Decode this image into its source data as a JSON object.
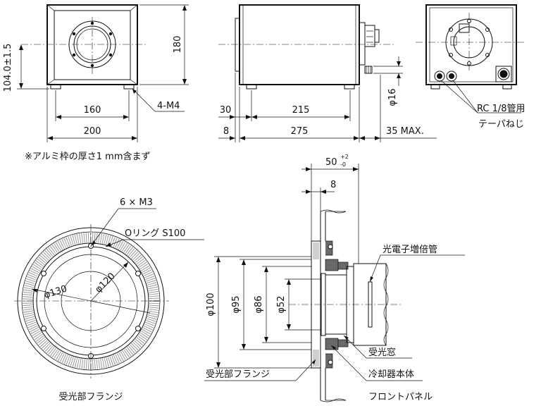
{
  "front_view": {
    "dim_height": "180",
    "dim_center_height": "104.0±1.5",
    "dim_width_inner": "160",
    "dim_width_outer": "200",
    "callout_feet": "4-M4"
  },
  "side_view": {
    "dim_left_offset": "30",
    "dim_foot_span": "215",
    "dim_tail": "8",
    "dim_length": "275",
    "dim_connector": "35 MAX.",
    "dim_pipe": "φ16"
  },
  "rear_view": {
    "callout_pipe_line1": "RC 1/8管用",
    "callout_pipe_line2": "テーパねじ"
  },
  "note": "※アルミ枠の厚さ1 mm含まず",
  "flange_view": {
    "callout_screws": "6 × M3",
    "callout_oring": "Oリング S100",
    "dim_outer": "φ130",
    "dim_inner": "φ120",
    "caption": "受光部フランジ"
  },
  "section_view": {
    "dim_depth_main": "50",
    "tol_upper": "+2",
    "tol_lower": "-0",
    "dim_depth_small": "8",
    "dim_d100": "φ100",
    "dim_d95": "φ95",
    "dim_d86": "φ86",
    "dim_d52": "φ52",
    "label_pmt": "光電子増倍管",
    "label_window": "受光窓",
    "label_flange": "受光部フランジ",
    "label_body_line1": "冷却器本体",
    "label_body_line2": "フロントパネル"
  }
}
